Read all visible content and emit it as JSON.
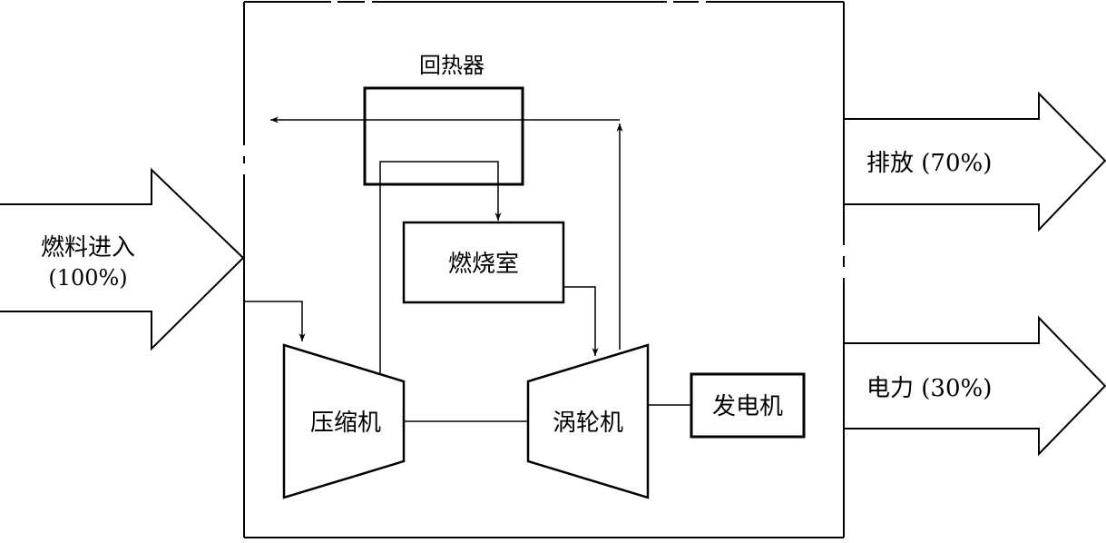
{
  "diagram": {
    "recuperator": {
      "label": "回热器"
    },
    "combustor": {
      "label": "燃烧室"
    },
    "compressor": {
      "label": "压缩机"
    },
    "turbine": {
      "label": "涡轮机"
    },
    "generator": {
      "label": "发电机"
    },
    "fuel_input": {
      "label": "燃料进入",
      "percent": "(100%)"
    },
    "exhaust_output": {
      "label": "排放 (70%)"
    },
    "power_output": {
      "label": "电力 (30%)"
    }
  }
}
